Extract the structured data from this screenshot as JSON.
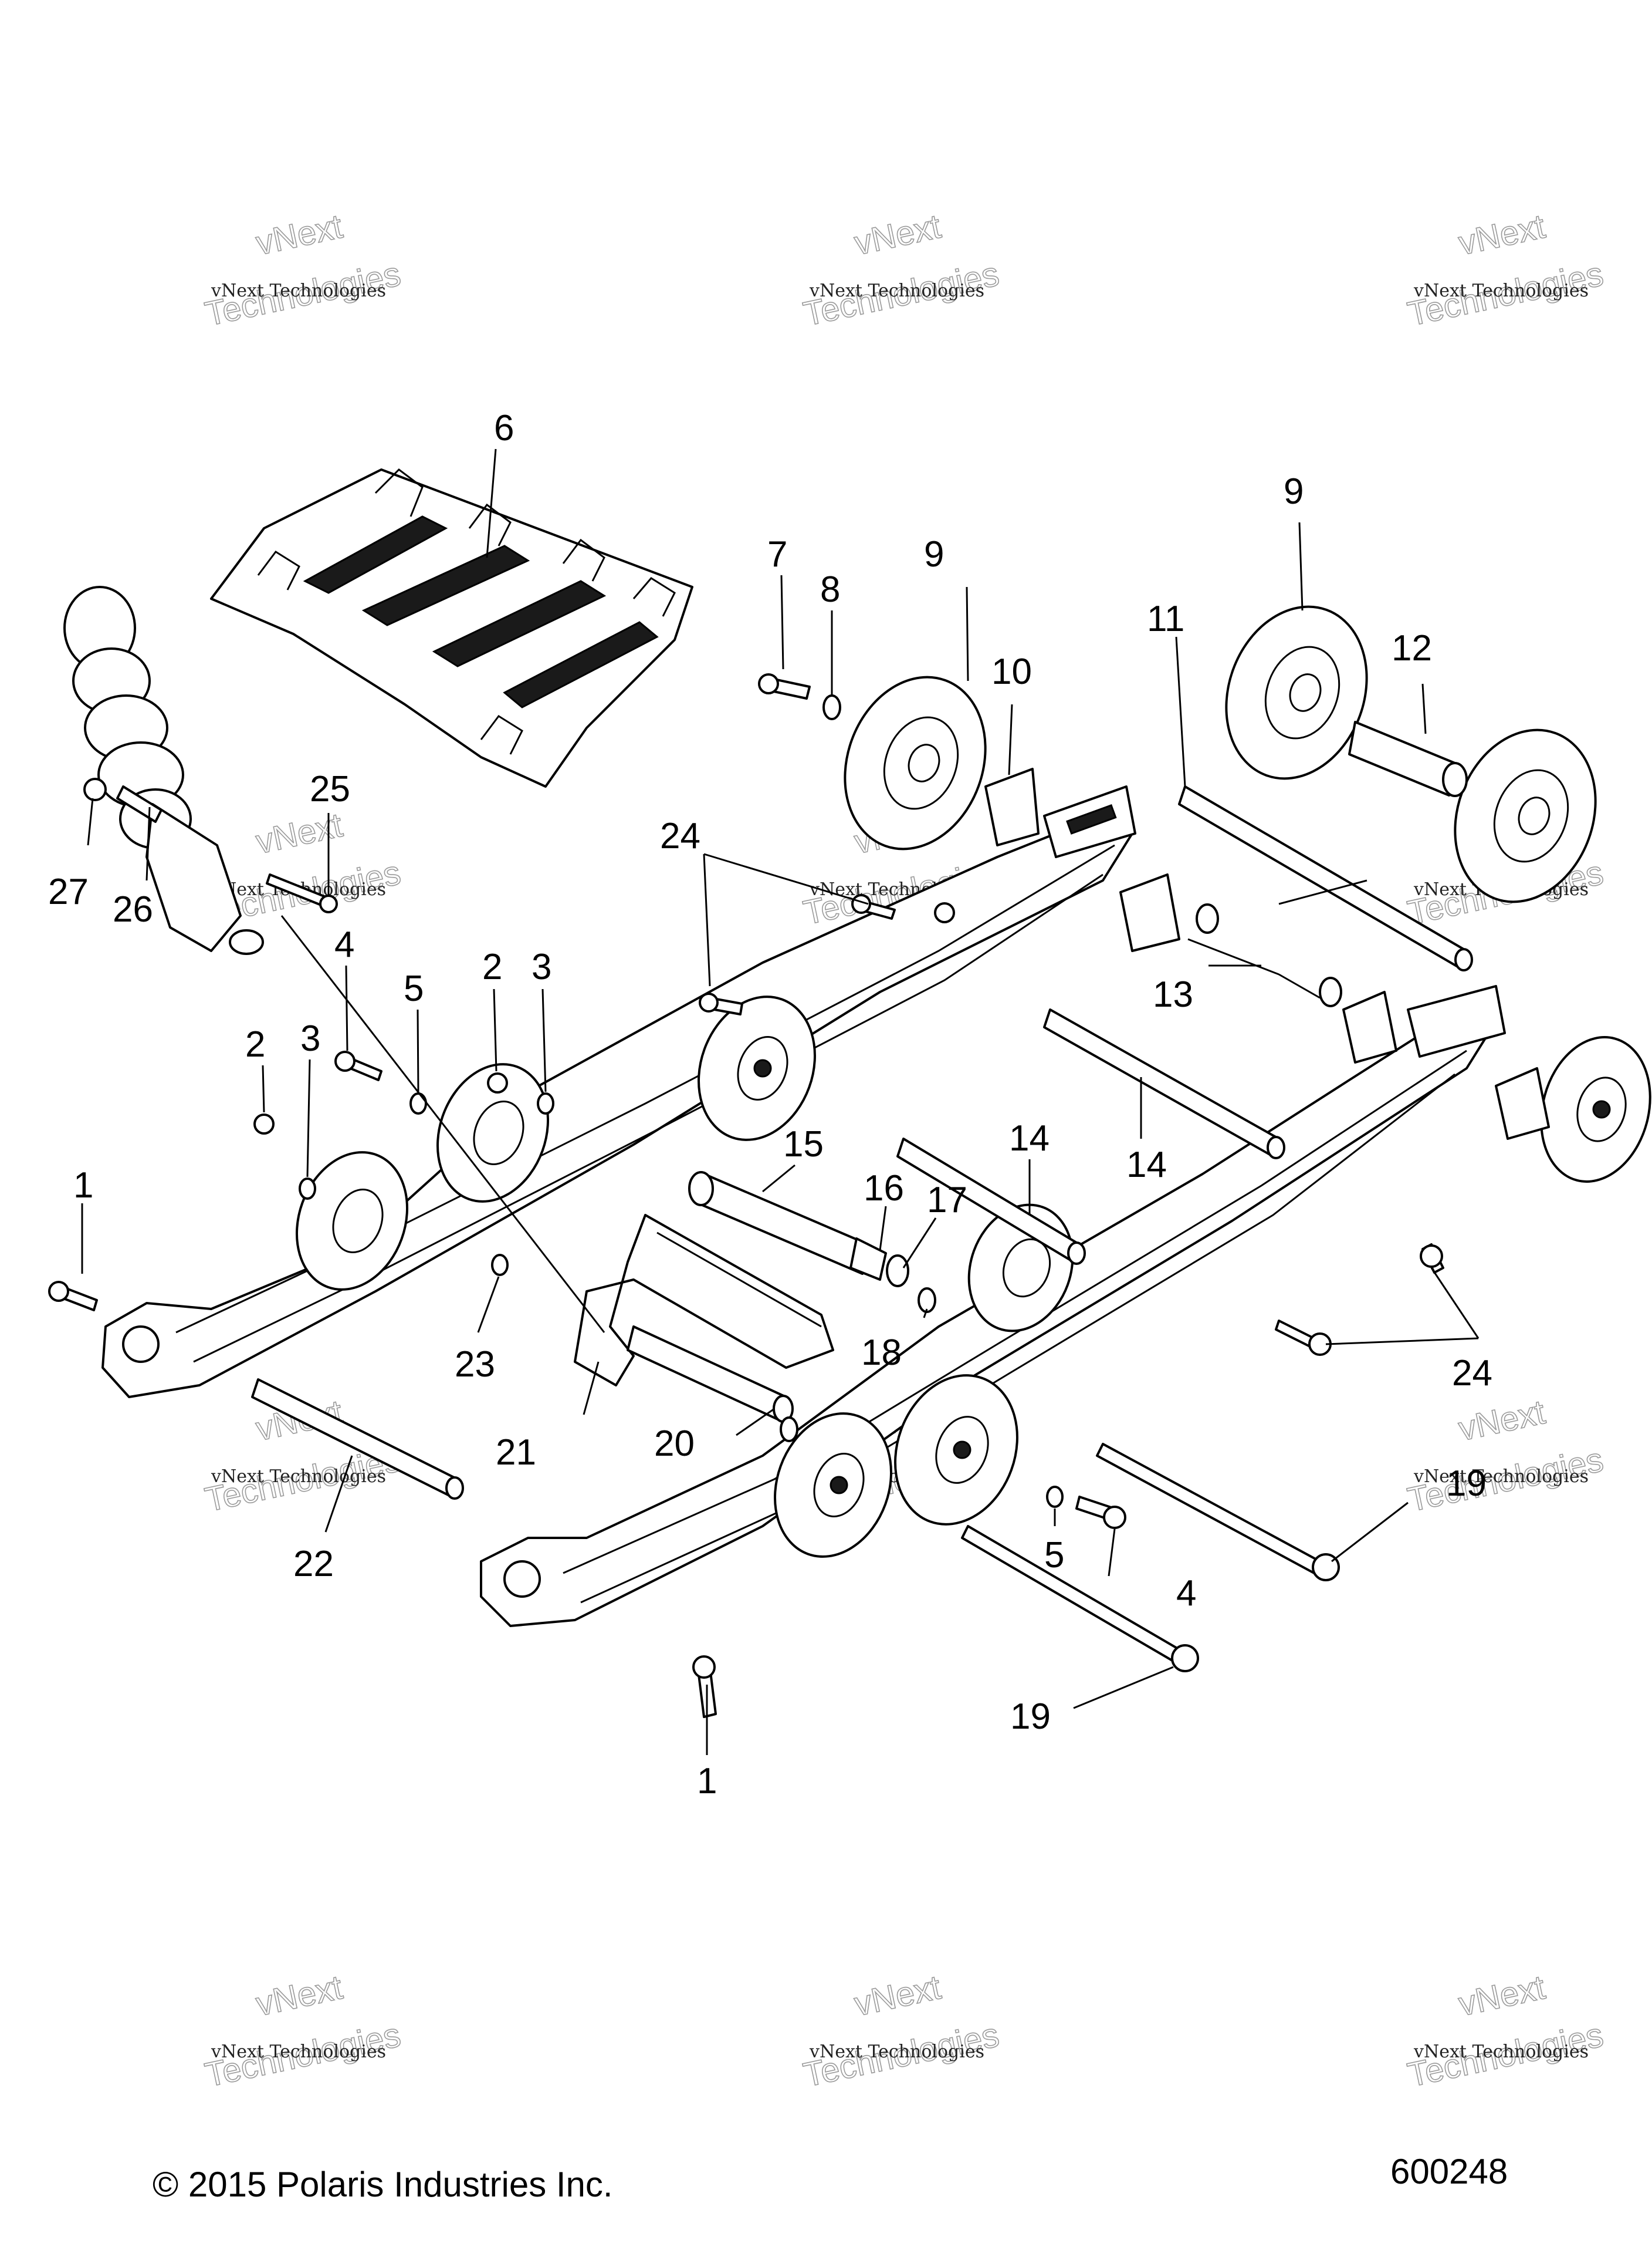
{
  "copyright": "© 2015 Polaris Industries Inc.",
  "figure_number": "600248",
  "watermark": {
    "line1": "vNext Technologies",
    "line2": "Technologies",
    "line3": "vNext"
  },
  "callouts": {
    "c1a": "1",
    "c1b": "1",
    "c2a": "2",
    "c2b": "2",
    "c3a": "3",
    "c3b": "3",
    "c4a": "4",
    "c4b": "4",
    "c5a": "5",
    "c5b": "5",
    "c6": "6",
    "c7": "7",
    "c8": "8",
    "c9a": "9",
    "c9b": "9",
    "c10": "10",
    "c11": "11",
    "c12": "12",
    "c13": "13",
    "c14a": "14",
    "c14b": "14",
    "c15": "15",
    "c16": "16",
    "c17": "17",
    "c18": "18",
    "c19a": "19",
    "c19b": "19",
    "c20": "20",
    "c21": "21",
    "c22": "22",
    "c23": "23",
    "c24a": "24",
    "c24b": "24",
    "c25": "25",
    "c26": "26",
    "c27": "27"
  }
}
